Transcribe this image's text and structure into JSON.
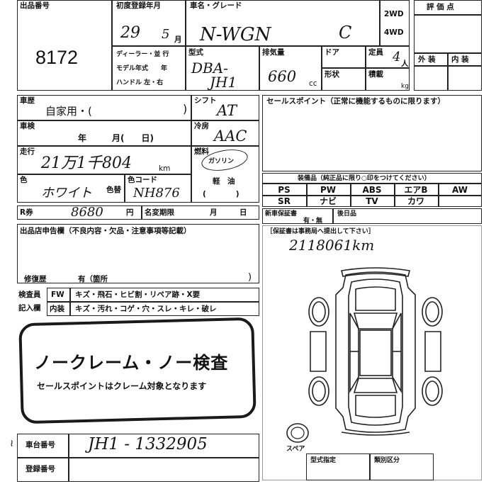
{
  "header": {
    "lot_label": "出品番号",
    "lot_number": "8172",
    "first_reg_label": "初度登録年月",
    "first_reg_year": "29",
    "first_reg_month": "5",
    "first_reg_month_unit": "月",
    "car_name_label": "車名・グレード",
    "car_name": "N-WGN",
    "grade": "C",
    "drive_2wd": "2WD",
    "drive_4wd": "4WD",
    "score_label": "評 価 点",
    "exterior_label": "外 装",
    "interior_label": "内 装"
  },
  "spec": {
    "dealer_label": "ディーラー・並 行",
    "model_year_label": "モデル年式　　年",
    "handle_label": "ハンドル 左・右",
    "type_label": "型式",
    "type_value_1": "DBA-",
    "type_value_2": "JH1",
    "displacement_label": "排気量",
    "displacement_value": "660",
    "displacement_unit": "cc",
    "door_label": "ドア",
    "capacity_label": "定員",
    "capacity_value": "4",
    "capacity_unit": "人",
    "shape_label": "形状",
    "load_label": "積載",
    "load_unit": "kg"
  },
  "details": {
    "usage_label": "車歴",
    "usage_value": "自家用・(",
    "usage_close": ")",
    "inspection_label": "車検",
    "inspection_text": "年　　　月(　　日)",
    "mileage_label": "走行",
    "mileage_value": "21万1千804",
    "mileage_unit": "km",
    "color_label": "色",
    "color_value": "ホワイト",
    "color_change_label": "色替",
    "color_code_label": "色コード",
    "color_code_value": "NH876",
    "shift_label": "シフト",
    "shift_value": "AT",
    "ac_label": "冷房",
    "ac_value": "AAC",
    "fuel_label": "燃料",
    "fuel_value": "ガソリン",
    "fuel_light_oil": "軽　油",
    "fuel_paren": "(　　　　)"
  },
  "recycle": {
    "label": "R券",
    "value": "8680",
    "unit": "円",
    "deadline_label": "名変期限",
    "deadline_text": "月　　　日"
  },
  "sales_point": {
    "label": "セールスポイント（正常に機能するものに限ります）"
  },
  "equipment": {
    "label": "装備品（純正品に限り○印をつけてください）",
    "row1": [
      "PS",
      "PW",
      "ABS",
      "エアB",
      "AW"
    ],
    "row2": [
      "SR",
      "ナビ",
      "TV",
      "カワ"
    ]
  },
  "warranty": {
    "label": "新車保証書",
    "value": "有・無",
    "back_date_label": "後日品"
  },
  "notes": {
    "declaration_label": "出品店申告欄（不良内容・欠品・注意事項等記載）",
    "repair_label": "修復歴",
    "repair_value": "有（箇所"
  },
  "inspector": {
    "title": "検査員",
    "title2": "記入欄",
    "fw_label": "FW",
    "fw_text": "キズ・飛石・ヒビ割・リペア跡・X要",
    "int_label": "内装",
    "int_text": "キズ・汚れ・コゲ・穴・スレ・キレ・破レ"
  },
  "stamp": {
    "title": "ノークレーム・ノー検査",
    "subtitle": "セールスポイントはクレーム対象となります"
  },
  "chassis": {
    "label": "車台番号",
    "value": "JH1 - 1332905",
    "reg_label": "登録番号"
  },
  "right_panel": {
    "shaken_note": "［保証書は事務局へ提出して下さい］",
    "handwritten_note": "2118061km",
    "spare_label": "スペア",
    "type_designation_label": "型式指定",
    "category_label": "類別区分"
  }
}
